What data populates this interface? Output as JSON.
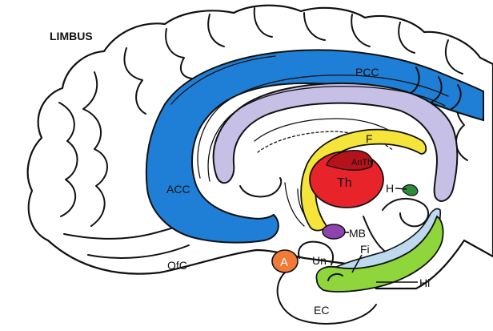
{
  "title": "LIMBUS",
  "labels": {
    "pcc": "PCC",
    "acc": "ACC",
    "f": "F",
    "anth": "AnTh",
    "th": "Th",
    "h": "H",
    "mb": "MB",
    "fi": "Fi",
    "un": "Un",
    "a": "A",
    "hi": "Hi",
    "ofc": "OfC",
    "ec": "EC"
  },
  "colors": {
    "cingulate": "#1f7fd6",
    "corpus_callosum": "#c6c0e6",
    "fornix": "#f5e43a",
    "thalamus": "#e8242a",
    "anterior_thalamus": "#b5121b",
    "amygdala": "#f07a36",
    "mammillary": "#8e44ad",
    "hippocampus": "#8fd63c",
    "fimbria": "#bcd9ef",
    "habenula": "#2e8b3a"
  }
}
